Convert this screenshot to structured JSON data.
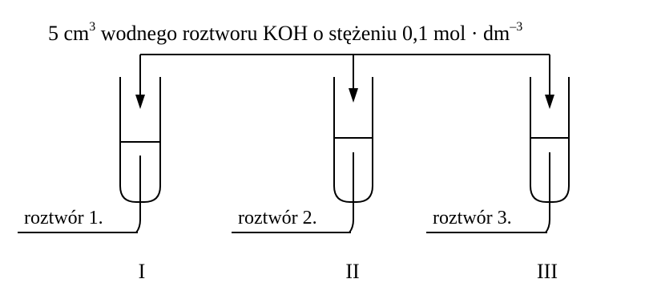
{
  "reagent": {
    "prefix": "5 cm",
    "prefix_sup": "3",
    "middle": " wodnego roztworu KOH o stężeniu 0,1 mol · dm",
    "suffix_sup": "–3"
  },
  "tubes": [
    {
      "solution_label": "roztwór 1.",
      "numeral": "I"
    },
    {
      "solution_label": "roztwór 2.",
      "numeral": "II"
    },
    {
      "solution_label": "roztwór 3.",
      "numeral": "III"
    }
  ]
}
